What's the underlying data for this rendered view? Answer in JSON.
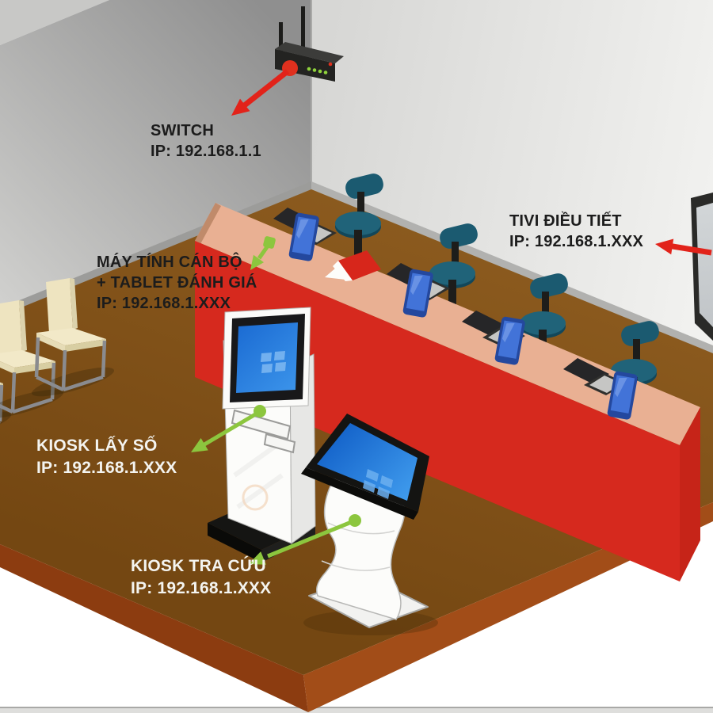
{
  "scene": {
    "title_hint": "isometric office network diagram",
    "labels": {
      "switch": {
        "lines": [
          "SWITCH",
          "IP: 192.168.1.1"
        ]
      },
      "officer_pc": {
        "lines": [
          "MÁY TÍNH CÁN BỘ",
          "+ TABLET ĐÁNH GIÁ",
          "IP: 192.168.1.XXX"
        ]
      },
      "tv": {
        "lines": [
          "TIVI ĐIỀU TIẾT",
          "IP: 192.168.1.XXX"
        ]
      },
      "kiosk_ticket": {
        "lines": [
          "KIOSK LẤY SỐ",
          "IP: 192.168.1.XXX"
        ]
      },
      "kiosk_lookup": {
        "lines": [
          "KIOSK TRA CỨU",
          "IP: 192.168.1.XXX"
        ]
      }
    },
    "colors": {
      "arrow_red": "#e2231a",
      "arrow_green": "#8cc63e",
      "counter_front": "#d6291e",
      "counter_top": "#e9b093",
      "floor": "#7d4e13",
      "floor_edge_left": "#8c3c10",
      "floor_edge_right": "#a24d18",
      "wall_left": "#a8a8a6",
      "wall_right": "#ececea",
      "stool_teal": "#206379",
      "tablet_blue": "#4273d8",
      "screen_blue": "#2b7fd9",
      "kiosk_body": "#fbfbf9",
      "label_dark": "#1c1c1c",
      "label_light": "#f4f4f0"
    }
  }
}
